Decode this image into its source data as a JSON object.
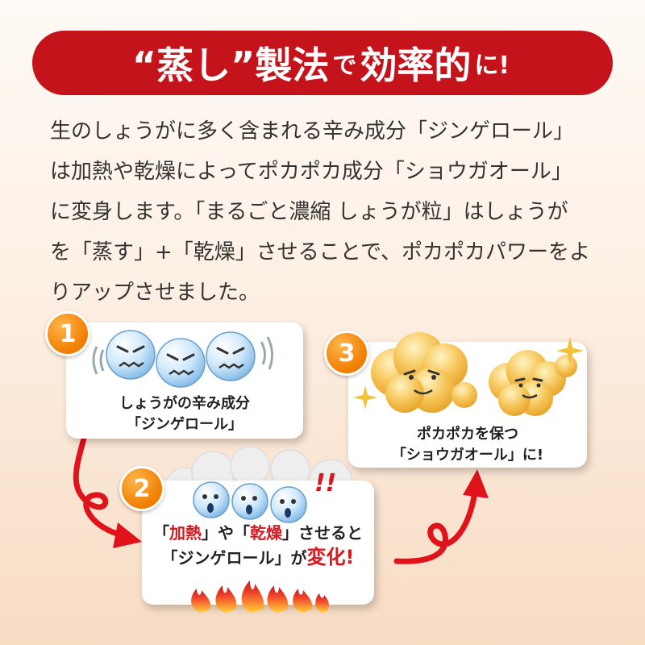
{
  "banner": {
    "part1": "“蒸し”製法",
    "part2": "で",
    "part3": "効率的",
    "part4": "に!"
  },
  "intro": {
    "lines": [
      "生のしょうがに多く含まれる辛み成分「ジンゲロール」",
      "は加熱や乾燥によってポカポカ成分「ショウガオール」",
      "に変身します。「まるごと濃縮 しょうが粒」はしょうが",
      "を「蒸す」+「乾燥」させることで、ポカポカパワーをよ",
      "りアップさせました。"
    ]
  },
  "steps": [
    {
      "number": "1",
      "caption_line1": "しょうがの辛み成分",
      "caption_line2": "「ジンゲロール」"
    },
    {
      "number": "2",
      "exclaim": "!!",
      "line1_a": "「",
      "line1_b": "加熱",
      "line1_c": "」や「",
      "line1_d": "乾燥",
      "line1_e": "」させると",
      "line2_a": "「ジンゲロール」が",
      "line2_b": "変化!"
    },
    {
      "number": "3",
      "caption_line1": "ポカポカを保つ",
      "caption_line2": "「ショウガオール」に!"
    }
  ],
  "colors": {
    "banner": "#c5131c",
    "badge": "#f07d00",
    "arrow": "#e0121b",
    "molecule_blue": "#cfe8fb",
    "molecule_gold": "#f6c65a",
    "flame": "#f1462a"
  },
  "icons": [
    "red-arrow-icon",
    "blue-molecule-icon",
    "gold-cloud-icon",
    "flame-icon",
    "sparkle-icon",
    "steam-icon"
  ]
}
